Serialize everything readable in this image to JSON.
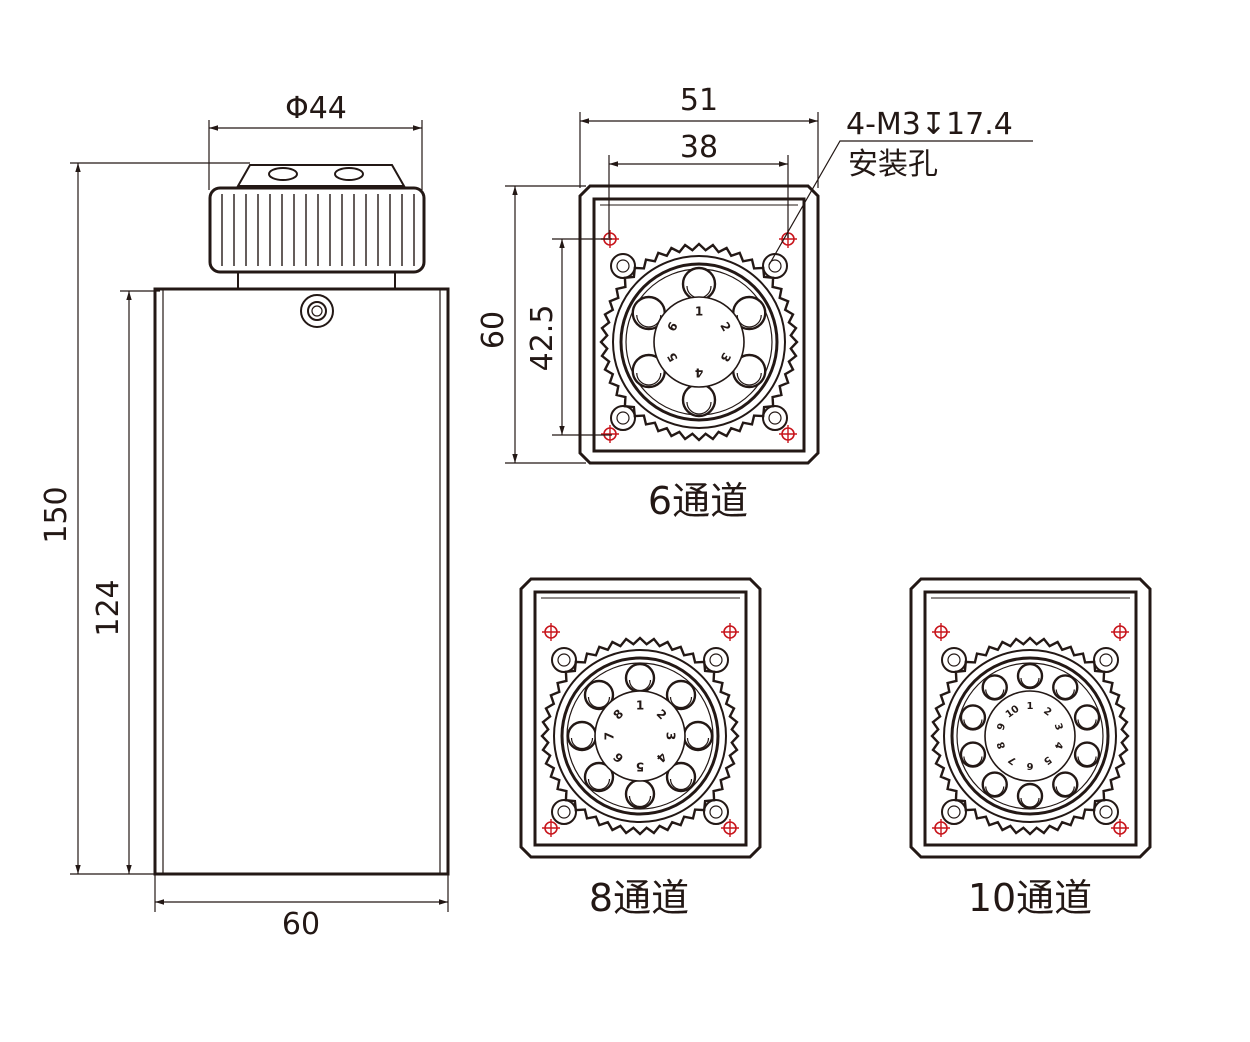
{
  "side_view": {
    "dim_diameter": "Φ44",
    "dim_total_height": "150",
    "dim_body_height": "124",
    "dim_width": "60"
  },
  "top_view_6": {
    "dim_outer_width": "51",
    "dim_hole_spacing_x": "38",
    "dim_outer_height": "60",
    "dim_hole_spacing_y": "42.5",
    "hole_spec": "4-M3↧17.4",
    "hole_label": "安装孔",
    "caption": "6通道",
    "dial_numbers": [
      "1",
      "2",
      "3",
      "4",
      "5",
      "6"
    ]
  },
  "top_view_8": {
    "caption": "8通道",
    "dial_numbers": [
      "1",
      "2",
      "3",
      "4",
      "5",
      "6",
      "7",
      "8"
    ]
  },
  "top_view_10": {
    "caption": "10通道",
    "dial_numbers": [
      "1",
      "2",
      "3",
      "4",
      "5",
      "6",
      "7",
      "8",
      "9",
      "10"
    ]
  },
  "colors": {
    "line": "#231815",
    "mount_hole": "#c8161d"
  }
}
